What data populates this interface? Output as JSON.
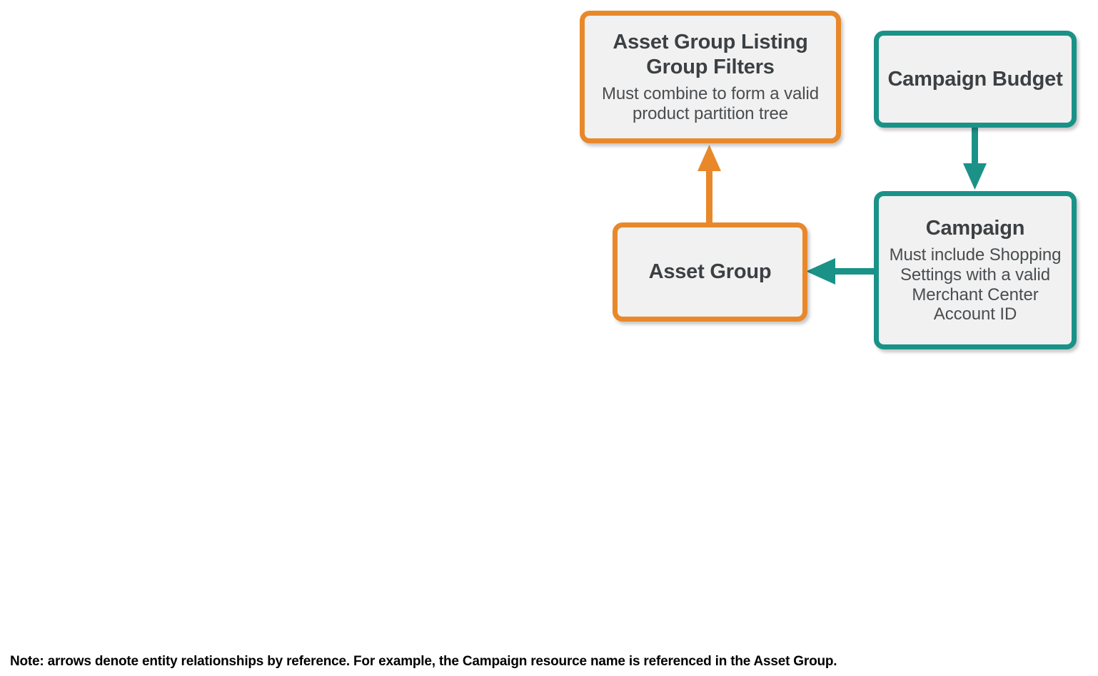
{
  "diagram": {
    "type": "entity-relationship",
    "colors": {
      "orange": "#e8882a",
      "teal": "#1a9288",
      "node_fill": "#f1f1f1",
      "title_text": "#3c4043",
      "subtitle_text": "#4a4d50",
      "background": "#ffffff"
    },
    "nodes": [
      {
        "id": "asset-group-listing-group-filters",
        "title": "Asset Group Listing Group Filters",
        "subtitle": "Must combine to form a valid product partition tree",
        "accent": "orange"
      },
      {
        "id": "campaign-budget",
        "title": "Campaign Budget",
        "subtitle": "",
        "accent": "teal"
      },
      {
        "id": "asset-group",
        "title": "Asset Group",
        "subtitle": "",
        "accent": "orange"
      },
      {
        "id": "campaign",
        "title": "Campaign",
        "subtitle": "Must include Shopping Settings with a valid Merchant Center Account ID",
        "accent": "teal"
      }
    ],
    "edges": [
      {
        "id": "asset-group-to-listing-group-filters",
        "from": "asset-group",
        "to": "asset-group-listing-group-filters",
        "direction": "up",
        "accent": "orange"
      },
      {
        "id": "campaign-budget-to-campaign",
        "from": "campaign-budget",
        "to": "campaign",
        "direction": "down",
        "accent": "teal"
      },
      {
        "id": "campaign-to-asset-group",
        "from": "campaign",
        "to": "asset-group",
        "direction": "left",
        "accent": "teal"
      }
    ]
  },
  "footnote": {
    "text": "Note: arrows denote entity relationships by reference. For example, the Campaign resource name is referenced in the Asset Group."
  }
}
